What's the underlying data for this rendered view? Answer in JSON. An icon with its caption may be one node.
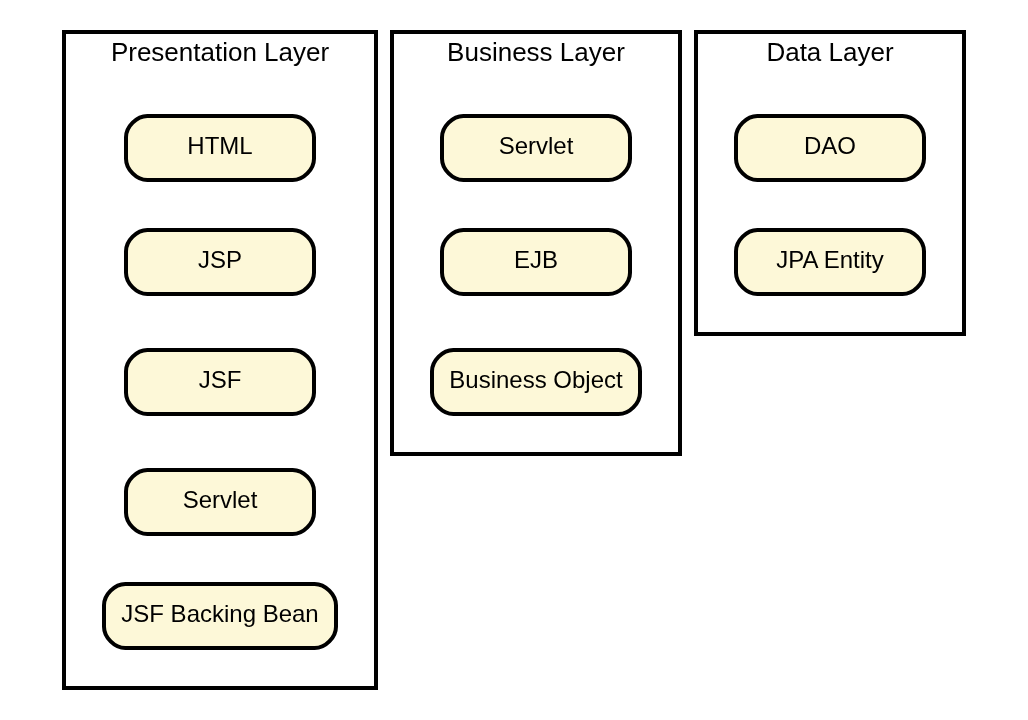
{
  "diagram": {
    "nodes": [
      {
        "text": [
          "Presentation Layer"
        ]
      },
      {
        "text": [
          "HTML"
        ],
        "in": 0
      },
      {
        "text": [
          "JSP"
        ],
        "in": 0
      },
      {
        "text": [
          "JSF"
        ],
        "in": 0
      },
      {
        "text": [
          "Servlet"
        ],
        "in": 0
      },
      {
        "text": [
          "JSF Backing Bean"
        ],
        "in": 0
      },
      {
        "text": [
          "Business Layer"
        ]
      },
      {
        "text": [
          "Servlet"
        ],
        "in": 6
      },
      {
        "text": [
          "EJB"
        ],
        "in": 6
      },
      {
        "text": [
          "Business Object"
        ],
        "in": 6
      },
      {
        "text": [
          "Data Layer"
        ]
      },
      {
        "text": [
          "DAO"
        ],
        "in": 10
      },
      {
        "text": [
          "JPA Entity"
        ],
        "in": 10
      }
    ],
    "edges": []
  }
}
